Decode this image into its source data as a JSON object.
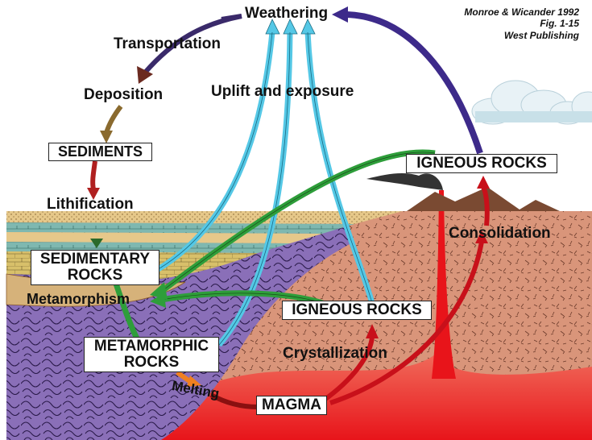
{
  "credit": {
    "line1": "Monroe & Wicander 1992",
    "line2": "Fig. 1-15",
    "line3": "West Publishing"
  },
  "stages": {
    "weathering": "Weathering",
    "transportation": "Transportation",
    "deposition": "Deposition",
    "sediments": "SEDIMENTS",
    "lithification": "Lithification",
    "sedimentary_rocks_1": "SEDIMENTARY",
    "sedimentary_rocks_2": "ROCKS",
    "metamorphism": "Metamorphism",
    "metamorphic_rocks_1": "METAMORPHIC",
    "metamorphic_rocks_2": "ROCKS",
    "melting": "Melting",
    "magma": "MAGMA",
    "crystallization": "Crystallization",
    "igneous_rocks_intrusive": "IGNEOUS ROCKS",
    "igneous_rocks_extrusive": "IGNEOUS ROCKS",
    "consolidation": "Consolidation",
    "uplift": "Uplift and exposure"
  },
  "colors": {
    "sky": "#ffffff",
    "crust": "#d9957a",
    "magma_red": "#e8141a",
    "uplift_arrow": "#55c8e6",
    "metamorphism_arrow": "#2e9e3a",
    "weathering_arrow": "#3d2a8a",
    "magma_arrow": "#c8101a",
    "transport_arrow": "#6b2a20",
    "deposition_arrow": "#8a6a2e",
    "purple_rock": "#8a6fb8",
    "tan_strata": "#e6c88a",
    "teal_strata": "#7fb8b0"
  }
}
